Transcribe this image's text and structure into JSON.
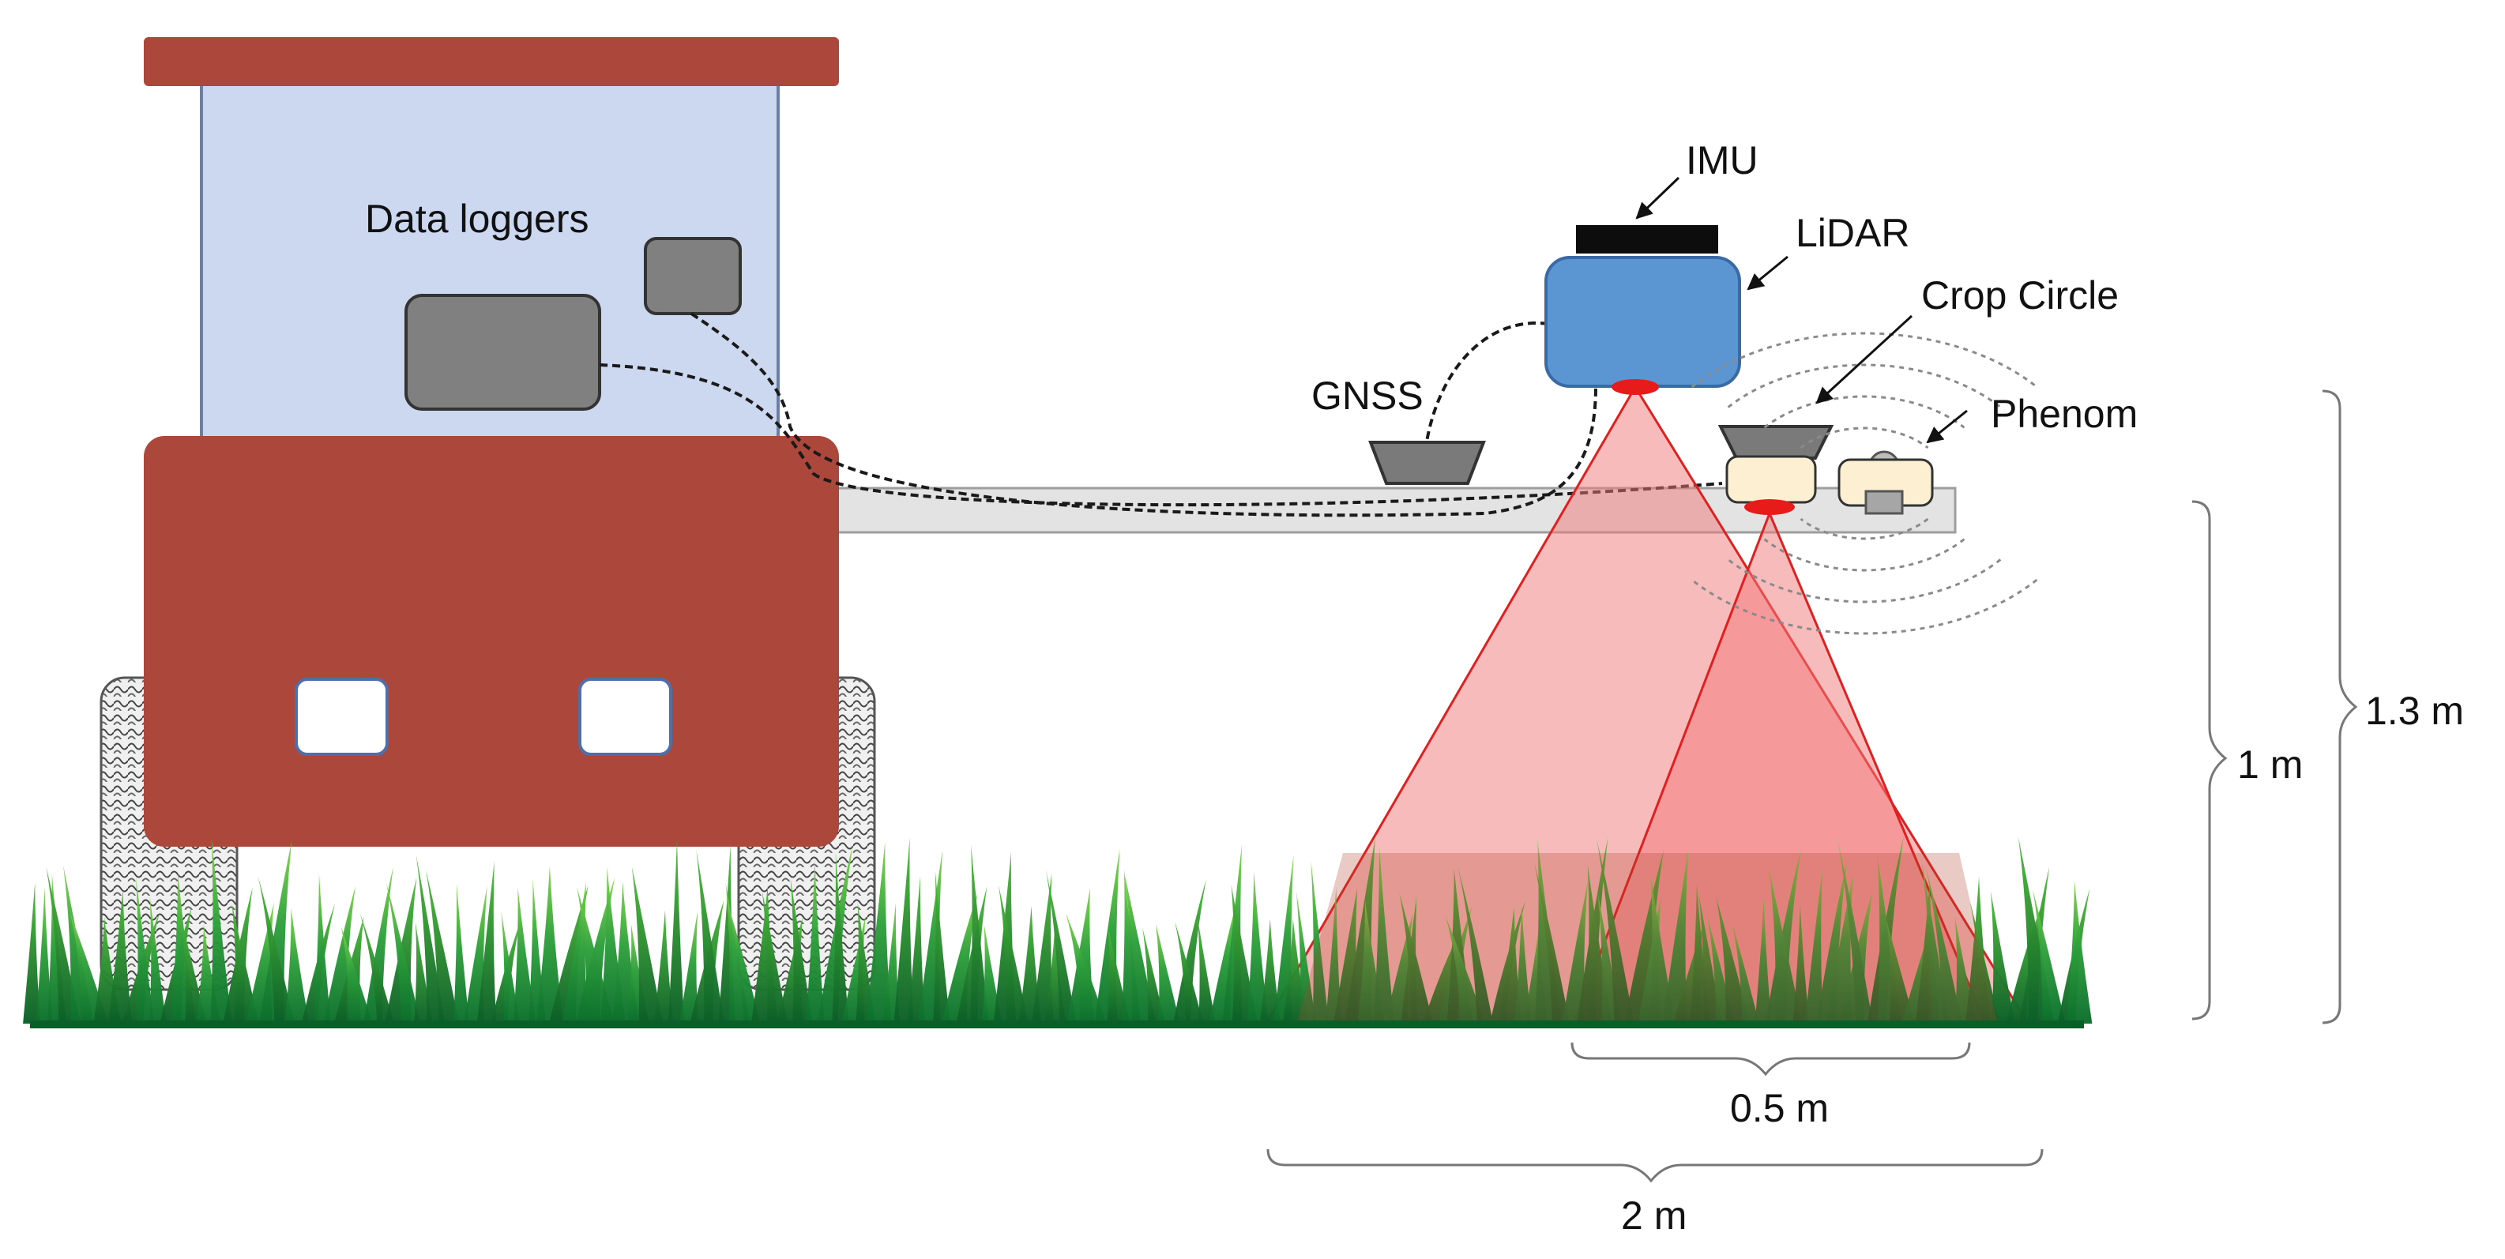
{
  "labels": {
    "data_loggers": "Data loggers",
    "imu": "IMU",
    "lidar": "LiDAR",
    "crop_circle": "Crop Circle",
    "gnss": "GNSS",
    "phenom": "Phenom"
  },
  "dimensions": {
    "total_height": "1.3 m",
    "boom_height": "1 m",
    "small_footprint": "0.5 m",
    "large_footprint": "2 m"
  },
  "colors": {
    "vehicle_body": "#ab473b",
    "cab_window": "#ccd8f0",
    "logger_box": "#808080",
    "lidar": "#5b95d2",
    "beam_fill": "#f2777a",
    "beam_edge": "#e02020",
    "sensor_cream": "#fdf0d2",
    "grass_dark": "#0d7a32",
    "grass_light": "#6fcf3a",
    "boom": "#e0e0e0"
  },
  "icons": [
    "tire-track-texture",
    "grass-canopy",
    "laser-beam-cone",
    "sonar-wave-arcs",
    "arrow-pointer"
  ]
}
